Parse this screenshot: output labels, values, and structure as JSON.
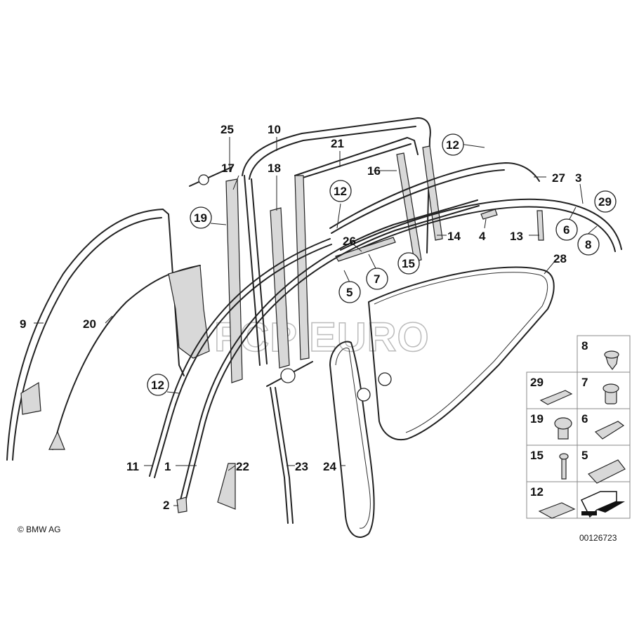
{
  "diagram": {
    "copyright": "© BMW AG",
    "drawing_number": "00126723",
    "watermark": "FCP EURO",
    "callouts": {
      "c25": "25",
      "c10": "10",
      "c21": "21",
      "c12a": "12",
      "c27": "27",
      "c3": "3",
      "c29": "29",
      "c17": "17",
      "c18": "18",
      "c16": "16",
      "c19": "19",
      "c12b": "12",
      "c26": "26",
      "c14": "14",
      "c4": "4",
      "c13": "13",
      "c6": "6",
      "c8": "8",
      "c15": "15",
      "c7": "7",
      "c5": "5",
      "c28": "28",
      "c9": "9",
      "c20": "20",
      "c12c": "12",
      "c11": "11",
      "c1": "1",
      "c22": "22",
      "c23": "23",
      "c24": "24",
      "c2": "2"
    },
    "legend": {
      "items": [
        "8",
        "29",
        "7",
        "19",
        "6",
        "15",
        "5",
        "12"
      ]
    }
  }
}
